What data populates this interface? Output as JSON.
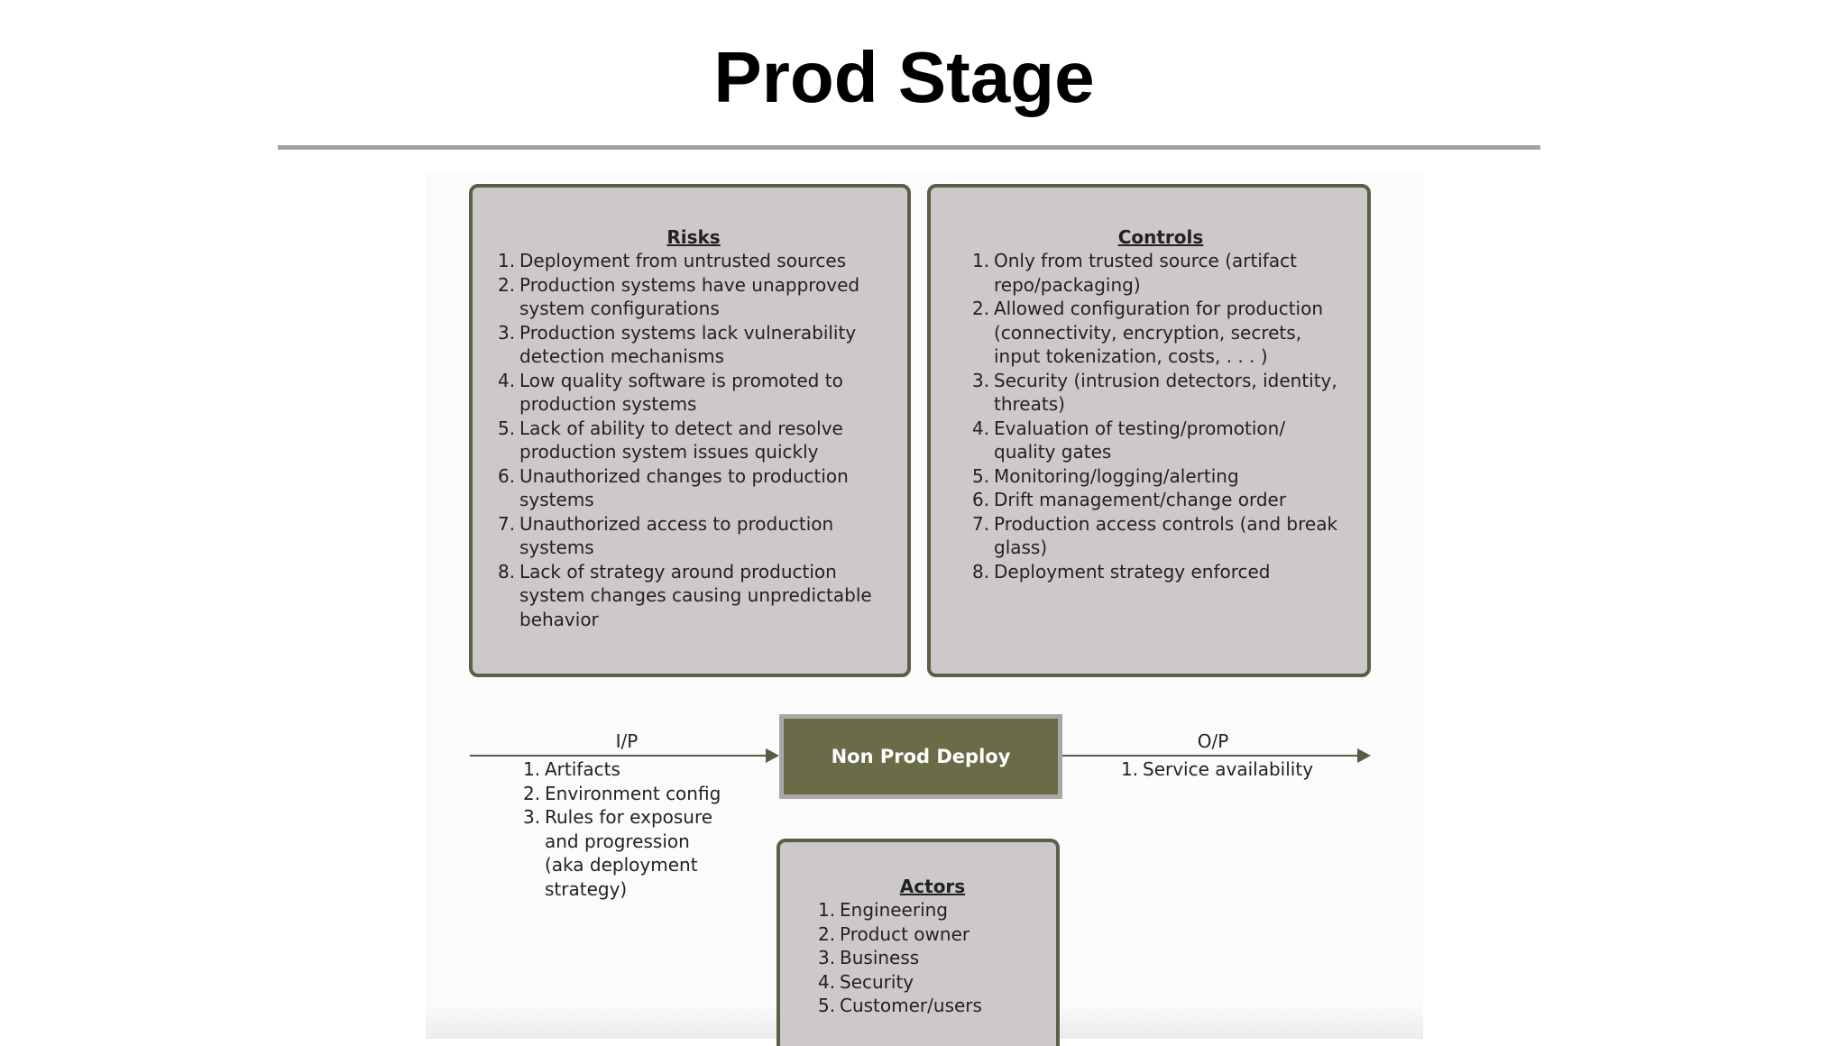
{
  "title": "Prod Stage",
  "risks": {
    "heading": "Risks",
    "items": [
      {
        "n": "1.",
        "text": "Deployment from untrusted sources"
      },
      {
        "n": "2.",
        "text": "Production systems have unapproved system configurations"
      },
      {
        "n": "3.",
        "text": "Production systems lack vulnerability detection mechanisms"
      },
      {
        "n": "4.",
        "text": "Low quality software is promoted to production systems"
      },
      {
        "n": "5.",
        "text": "Lack of ability to detect and resolve production system issues quickly"
      },
      {
        "n": "6.",
        "text": "Unauthorized changes to production systems"
      },
      {
        "n": "7.",
        "text": "Unauthorized access to production systems"
      },
      {
        "n": "8.",
        "text": "Lack of strategy around production system changes causing unpredictable behavior"
      }
    ]
  },
  "controls": {
    "heading": "Controls",
    "items": [
      {
        "n": "1.",
        "text": "Only from trusted source (artifact repo/packaging)"
      },
      {
        "n": "2.",
        "text": "Allowed configuration for production (connectivity, encryption, secrets, input tokenization, costs, . . . )"
      },
      {
        "n": "3.",
        "text": "Security (intrusion detectors, identity, threats)"
      },
      {
        "n": "4.",
        "text": "Evaluation of testing/promotion/ quality gates"
      },
      {
        "n": "5.",
        "text": "Monitoring/logging/alerting"
      },
      {
        "n": "6.",
        "text": "Drift management/change order"
      },
      {
        "n": "7.",
        "text": "Production access controls (and break glass)"
      },
      {
        "n": "8.",
        "text": "Deployment strategy enforced"
      }
    ]
  },
  "process": {
    "label": "Non Prod Deploy"
  },
  "input": {
    "label": "I/P",
    "items": [
      {
        "n": "1.",
        "text": "Artifacts"
      },
      {
        "n": "2.",
        "text": "Environment config"
      },
      {
        "n": "3.",
        "text": "Rules for exposure and progression (aka deployment strategy)"
      }
    ]
  },
  "output": {
    "label": "O/P",
    "items": [
      {
        "n": "1.",
        "text": "Service availability"
      }
    ]
  },
  "actors": {
    "heading": "Actors",
    "items": [
      {
        "n": "1.",
        "text": "Engineering"
      },
      {
        "n": "2.",
        "text": "Product owner"
      },
      {
        "n": "3.",
        "text": "Business"
      },
      {
        "n": "4.",
        "text": "Security"
      },
      {
        "n": "5.",
        "text": "Customer/users"
      }
    ]
  },
  "colors": {
    "box_fill": "#cdc9c9",
    "box_border": "#5c5f46",
    "process_fill": "#6a6b47",
    "arrow": "#5a5a48"
  }
}
